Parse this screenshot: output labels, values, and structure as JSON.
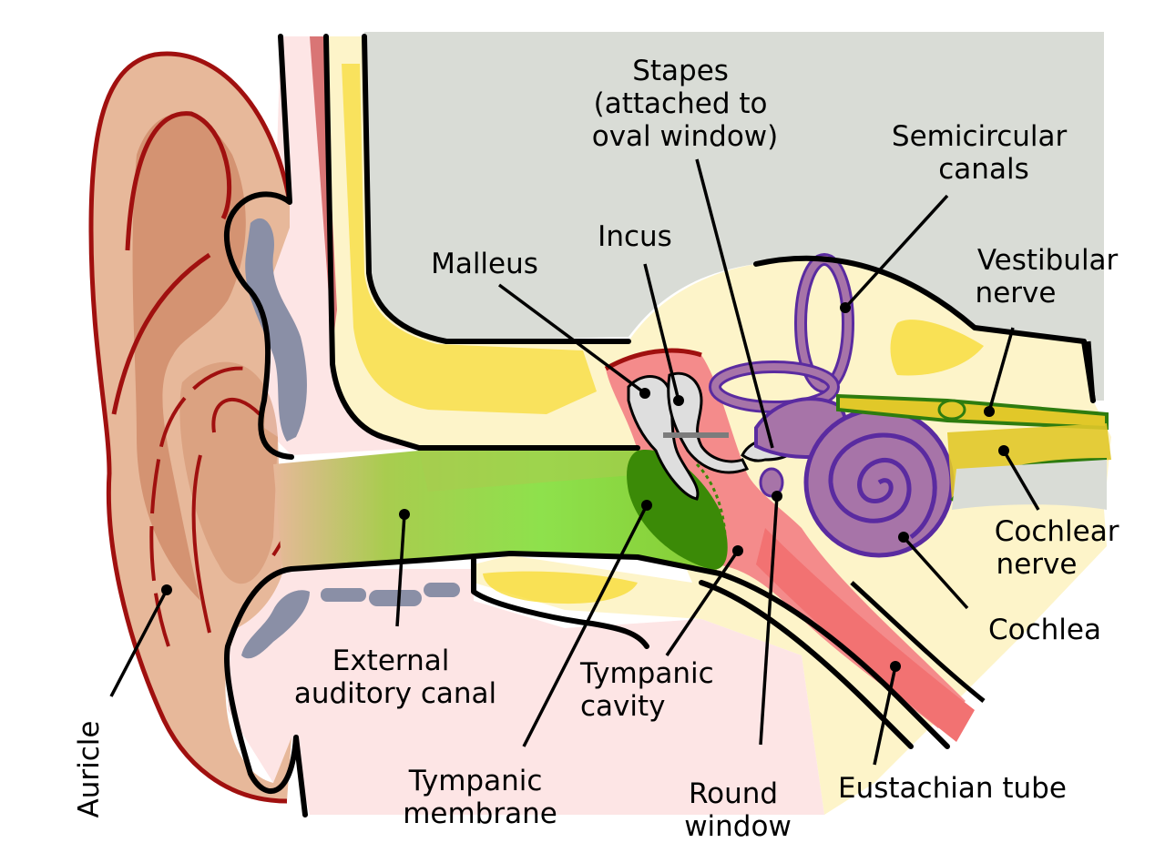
{
  "diagram": {
    "colors": {
      "background": "#ffffff",
      "brain": "#d9dcd6",
      "skin": "#fde5e5",
      "auricle_skin": "#e7b89a",
      "auricle_fold": "#d49372",
      "auricle_outline": "#a0100f",
      "cartilage": "#8a8fa6",
      "bone": "#fdf4c9",
      "bone_highlight": "#f7dc38",
      "canal": "#a9cc4f",
      "canal_light": "#8ee14c",
      "tympanic_membrane": "#3b8a07",
      "tympanic_cavity": "#f48b8b",
      "ossicles": "#dedede",
      "labyrinth": "#a774a8",
      "labyrinth_outline": "#5a2ba0",
      "nerve": "#2e7c0f",
      "nerve_yellow": "#e1c829"
    },
    "labels": {
      "stapes": [
        "Stapes",
        "(attached to",
        "oval window)"
      ],
      "semicircular_canals": [
        "Semicircular",
        "canals"
      ],
      "incus": [
        "Incus"
      ],
      "malleus": [
        "Malleus"
      ],
      "vestibular_nerve": [
        "Vestibular",
        "nerve"
      ],
      "cochlear_nerve": [
        "Cochlear",
        "nerve"
      ],
      "cochlea": [
        "Cochlea"
      ],
      "external_auditory_canal": [
        "External",
        "auditory canal"
      ],
      "tympanic_cavity": [
        "Tympanic",
        "cavity"
      ],
      "tympanic_membrane": [
        "Tympanic",
        "membrane"
      ],
      "round_window": [
        "Round",
        "window"
      ],
      "eustachian_tube": [
        "Eustachian tube"
      ],
      "auricle": [
        "Auricle"
      ]
    }
  }
}
